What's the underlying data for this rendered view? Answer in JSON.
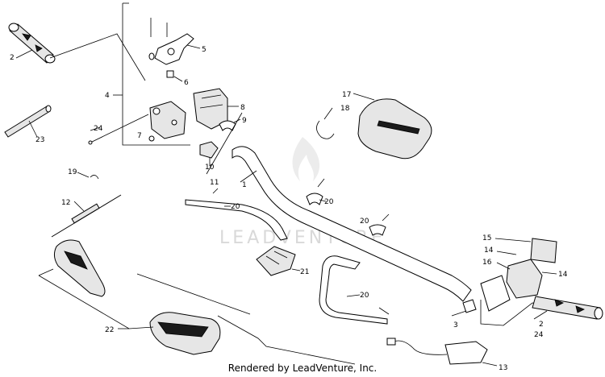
{
  "callouts": [
    "1",
    "2",
    "3",
    "4",
    "5",
    "6",
    "7",
    "8",
    "9",
    "10",
    "11",
    "12",
    "13",
    "14",
    "15",
    "16",
    "17",
    "18",
    "19",
    "20",
    "21",
    "22",
    "23",
    "24"
  ],
  "watermark": "LEADVENTURE",
  "credit": "Rendered by LeadVenture, Inc."
}
